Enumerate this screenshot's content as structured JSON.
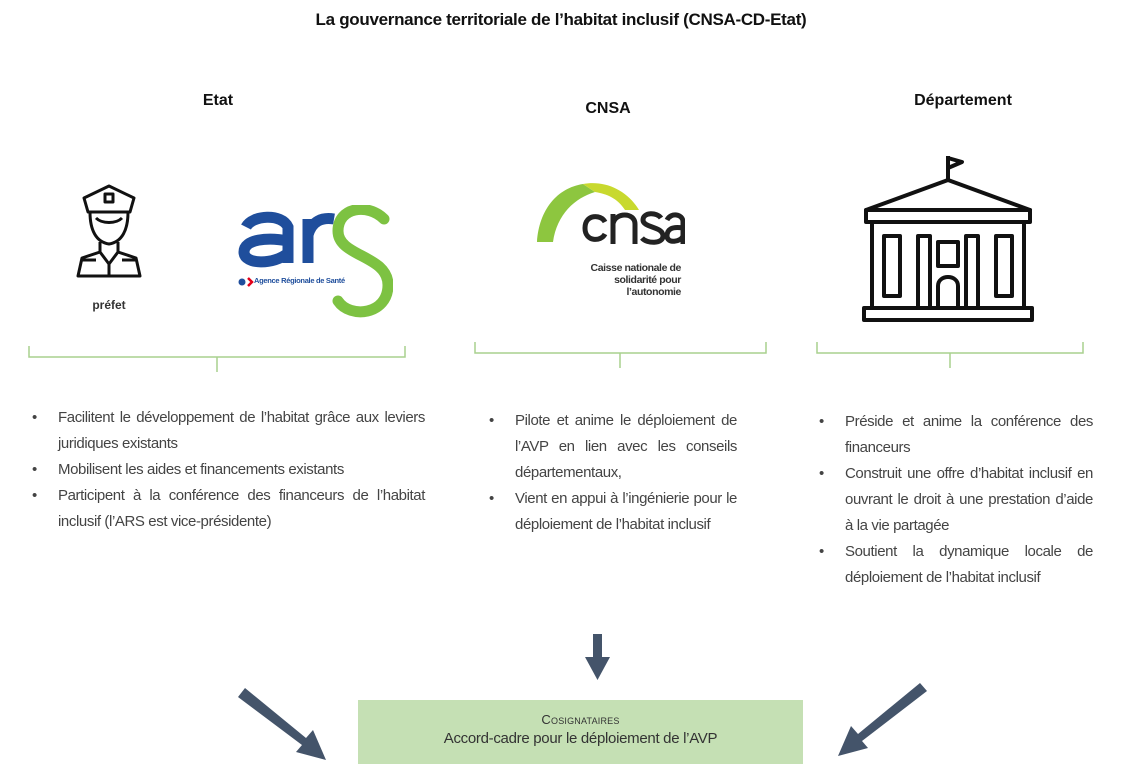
{
  "title": "La gouvernance territoriale de l’habitat inclusif (CNSA-CD-Etat)",
  "columns": [
    {
      "heading": "Etat",
      "icon_label": "préfet",
      "logo": {
        "text": "ars",
        "subtitle": "Agence Régionale de Santé"
      },
      "bullets": [
        "Facilitent le développement de l’habitat grâce aux leviers juridiques existants",
        "Mobilisent les aides et financements existants",
        "Participent à la conférence des financeurs de l’habitat inclusif (l’ARS est vice-présidente)"
      ]
    },
    {
      "heading": "CNSA",
      "logo": {
        "text": "cnsa",
        "subtitle_line1": "Caisse nationale de",
        "subtitle_line2": "solidarité pour l’autonomie"
      },
      "bullets": [
        "Pilote et anime le déploiement de l’AVP en lien avec les conseils départementaux,",
        "Vient en appui à l’ingénierie pour le déploiement de l’habitat inclusif"
      ]
    },
    {
      "heading": "Département",
      "bullets": [
        "Préside et anime la conférence des financeurs",
        "Construit une offre d’habitat inclusif en ouvrant le droit à une prestation d’aide à la vie partagée",
        "Soutient la dynamique locale de déploiement de l’habitat inclusif"
      ]
    }
  ],
  "result_box": {
    "label": "Cosignataires",
    "text": "Accord-cadre pour le déploiement de l’AVP"
  },
  "colors": {
    "bracket": "#a9d18e",
    "arrow": "#44546a",
    "box": "#c5e0b4",
    "ars_blue": "#1f4e9c",
    "ars_green": "#7dc242",
    "cnsa_green": "#8dc63f",
    "cnsa_lime": "#c8d92e"
  }
}
